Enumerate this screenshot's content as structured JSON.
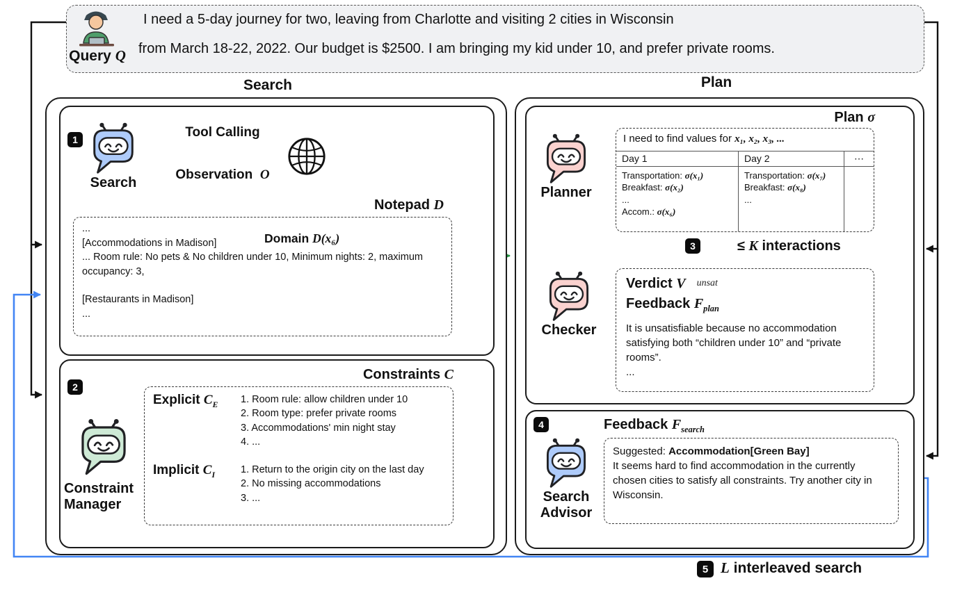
{
  "colors": {
    "agent_blue": "#aecbfa",
    "agent_green": "#ceead6",
    "agent_pink": "#fad2cf",
    "arrow_green": "#21913f",
    "arrow_red": "#e8463c",
    "arrow_blue": "#4285f4"
  },
  "query": {
    "label": "Query",
    "var": "Q",
    "line1": "I need a 5-day journey for two, leaving from Charlotte and visiting 2 cities in Wisconsin",
    "line2": "from March 18-22, 2022. Our budget is $2500. I am bringing my kid under 10, and prefer private rooms."
  },
  "sections": {
    "search": "Search",
    "plan": "Plan"
  },
  "search_agent": {
    "badge": "1",
    "name": "Search",
    "tool_calling": "Tool Calling",
    "observation_label": "Observation",
    "observation_var": "O",
    "notepad_label": "Notepad",
    "notepad_var": "D",
    "notepad": {
      "dots_top": "...",
      "accommodations_header": "[Accommodations in Madison]",
      "domain_label": "Domain",
      "domain_var": "D(x₆)",
      "room_rule": "... Room rule: No pets & No children under 10, Minimum nights: 2, maximum occupancy: 3,",
      "restaurants_header": "[Restaurants in Madison]",
      "dots_bottom": "..."
    }
  },
  "constraint_manager": {
    "badge": "2",
    "name": "Constraint Manager",
    "title_label": "Constraints",
    "title_var": "C",
    "explicit_label": "Explicit",
    "explicit_var": "C",
    "explicit_sub": "E",
    "explicit_items": [
      "1. Room rule: allow children under 10",
      "2. Room type: prefer private rooms",
      "3. Accommodations' min night stay",
      "4. ..."
    ],
    "implicit_label": "Implicit",
    "implicit_var": "C",
    "implicit_sub": "I",
    "implicit_items": [
      "1. Return to the origin city on the last day",
      "2. No missing accommodations",
      "3. ..."
    ]
  },
  "planner": {
    "name": "Planner",
    "plan_label": "Plan",
    "plan_var": "σ",
    "intro_prefix": "I need to find values for ",
    "intro_vars": "x₁, x₂, x₃, ...",
    "table": {
      "headers": [
        "Day 1",
        "Day 2",
        "⋯"
      ],
      "day1": [
        {
          "label": "Transportation: ",
          "value": "σ(x₁)"
        },
        {
          "label": "Breakfast: ",
          "value": "σ(x₂)"
        },
        {
          "label": "...",
          "value": ""
        },
        {
          "label": "Accom.: ",
          "value": "σ(x₆)"
        }
      ],
      "day2": [
        {
          "label": "Transportation: ",
          "value": "σ(x₇)"
        },
        {
          "label": "Breakfast: ",
          "value": "σ(x₈)"
        },
        {
          "label": "...",
          "value": ""
        }
      ]
    }
  },
  "interaction": {
    "badge": "3",
    "prefix": "≤ ",
    "var": "K",
    "suffix": " interactions"
  },
  "checker": {
    "name": "Checker",
    "verdict_label": "Verdict",
    "verdict_var": "V",
    "verdict_value": "unsat",
    "feedback_label": "Feedback",
    "feedback_var": "F",
    "feedback_sub": "plan",
    "text": "It is unsatisfiable because no accommodation satisfying both “children under 10” and “private rooms”.",
    "dots": "..."
  },
  "search_advisor": {
    "badge": "4",
    "name": "Search Advisor",
    "feedback_label": "Feedback",
    "feedback_var": "F",
    "feedback_sub": "search",
    "suggested_label": "Suggested: ",
    "suggested_value": "Accommodation[Green Bay]",
    "text": "It seems hard to find accommodation in the currently chosen cities to satisfy all constraints. Try another city in Wisconsin."
  },
  "loop": {
    "badge": "5",
    "var": "L",
    "suffix": " interleaved search"
  }
}
